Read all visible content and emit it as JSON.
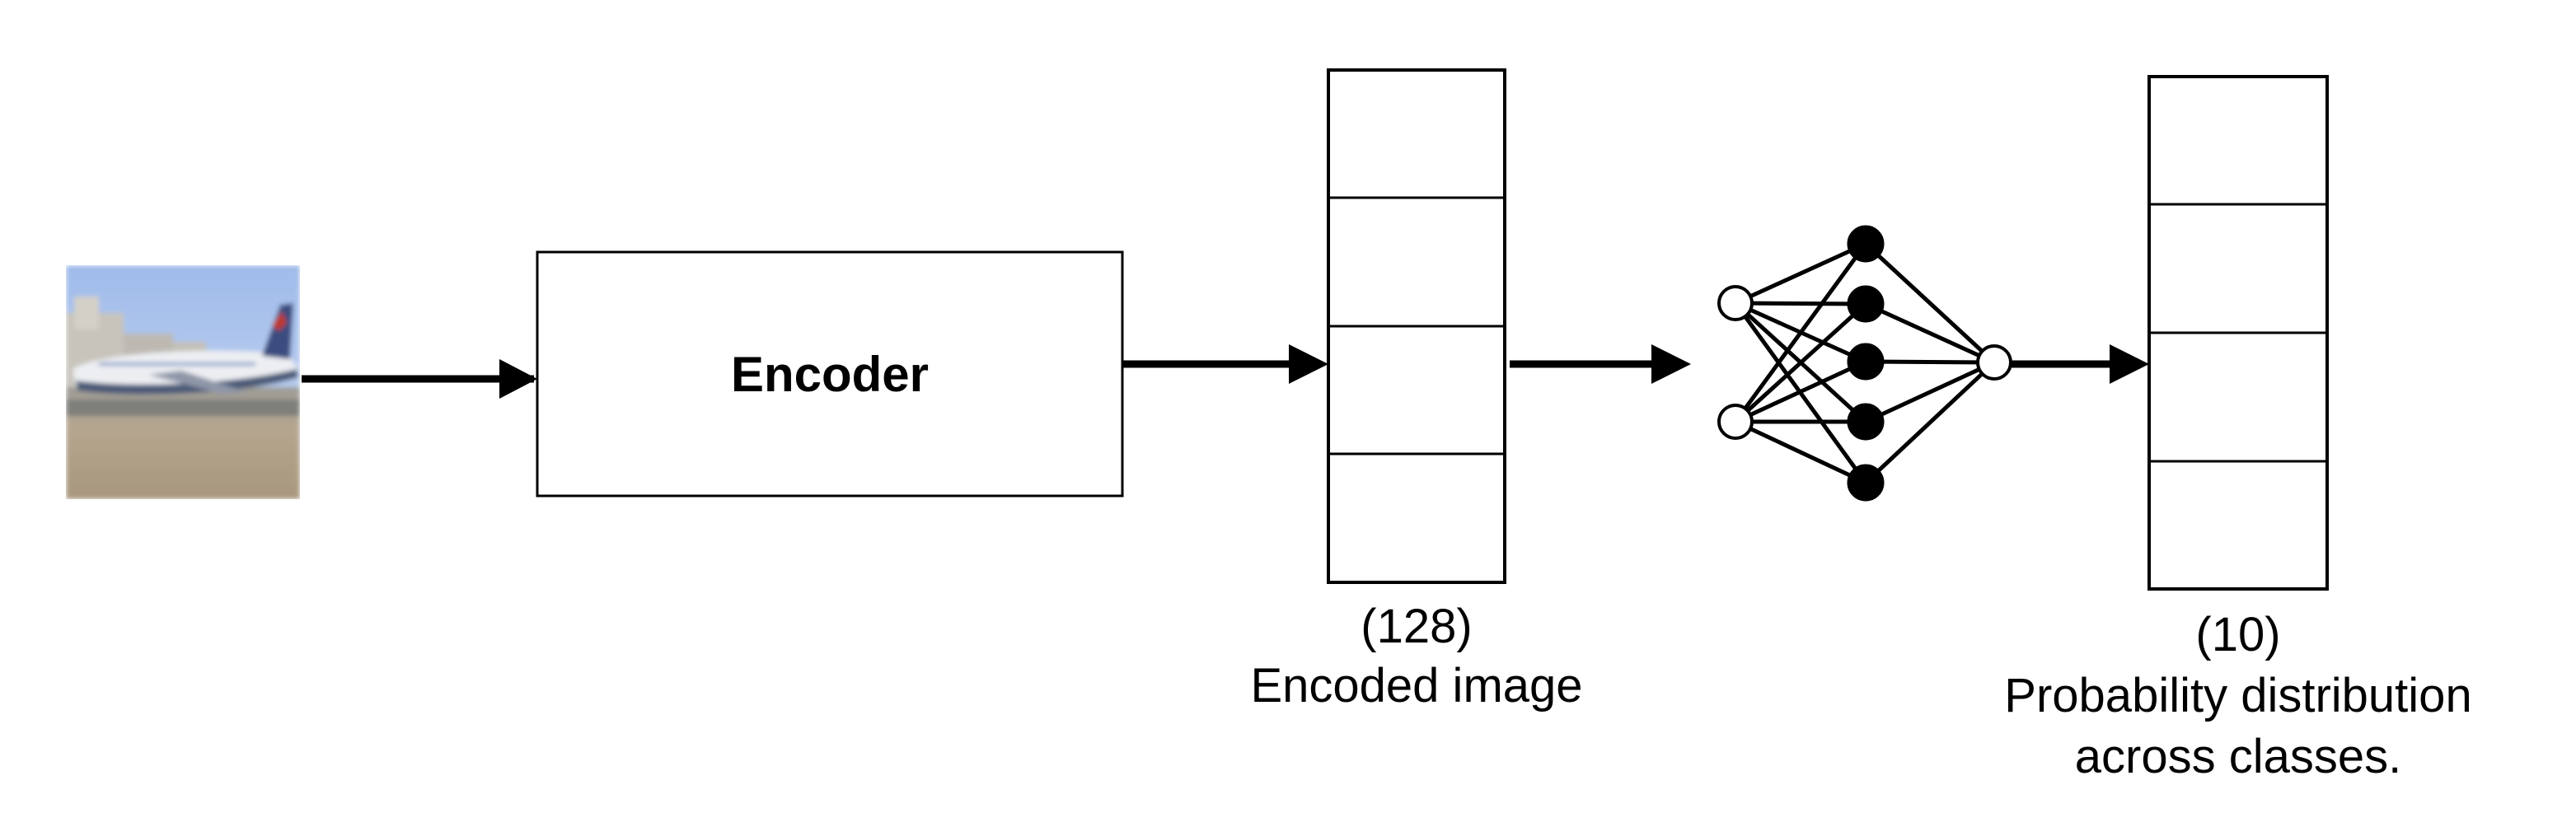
{
  "encoder": {
    "label": "Encoder"
  },
  "encoded_vector": {
    "size_label": "(128)",
    "caption": "Encoded image",
    "cells": 4
  },
  "output_vector": {
    "size_label": "(10)",
    "caption_line1": "Probability distribution",
    "caption_line2": "across classes.",
    "cells": 4
  },
  "network": {
    "input_nodes": 2,
    "hidden_nodes": 5,
    "output_nodes": 1
  },
  "colors": {
    "stroke": "#000000",
    "background": "#ffffff",
    "image_sky": "#a9c3ec",
    "image_ground": "#a99a86"
  },
  "icons": {
    "input_image": "airplane-photo",
    "network": "neural-network-icon"
  }
}
